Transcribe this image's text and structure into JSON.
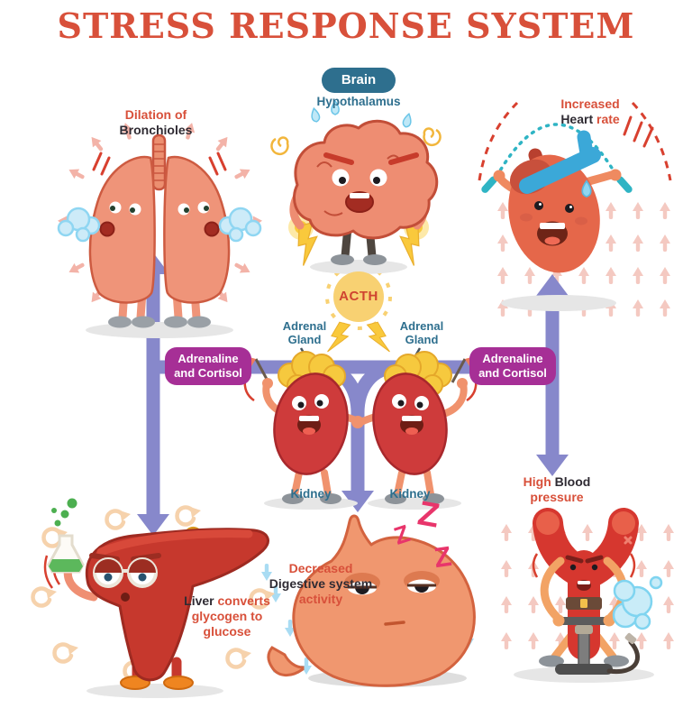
{
  "title": "STRESS RESPONSE SYSTEM",
  "brain": {
    "badge": "Brain",
    "region": "Hypothalamus"
  },
  "acth": {
    "label": "ACTH"
  },
  "organs": {
    "adrenal_left": "Adrenal Gland",
    "adrenal_right": "Adrenal Gland",
    "kidney_left": "Kidney",
    "kidney_right": "Kidney"
  },
  "hormones": {
    "left": {
      "line1": "Adrenaline",
      "line2": "and Cortisol"
    },
    "right": {
      "line1": "Adrenaline",
      "line2": "and Cortisol"
    }
  },
  "effects": {
    "bronchioles": {
      "accent": "Dilation of",
      "dark": "Bronchioles"
    },
    "heart_rate": {
      "accent1": "Increased",
      "dark": "Heart",
      "accent2": "rate"
    },
    "blood_pressure": {
      "accent1": "High",
      "dark": "Blood",
      "accent2": "pressure"
    },
    "liver": {
      "dark": "Liver",
      "accent1": "converts",
      "accent2": "glycogen to",
      "accent3": "glucose"
    },
    "digestion": {
      "accent1": "Decreased",
      "dark": "Digestive system",
      "accent2": "activity"
    },
    "sleep": {
      "z1": "Z",
      "z2": "Z",
      "z3": "Z"
    }
  },
  "colors": {
    "accent_red": "#d8503a",
    "dark_text": "#2f2b33",
    "teal": "#2e6f8e",
    "pathway_purple": "#8788cb",
    "hormone_badge": "#a62f96",
    "acth_yellow": "#f8d172",
    "lightning_yellow": "#f9c93c",
    "sleep_pink": "#e8356b"
  }
}
